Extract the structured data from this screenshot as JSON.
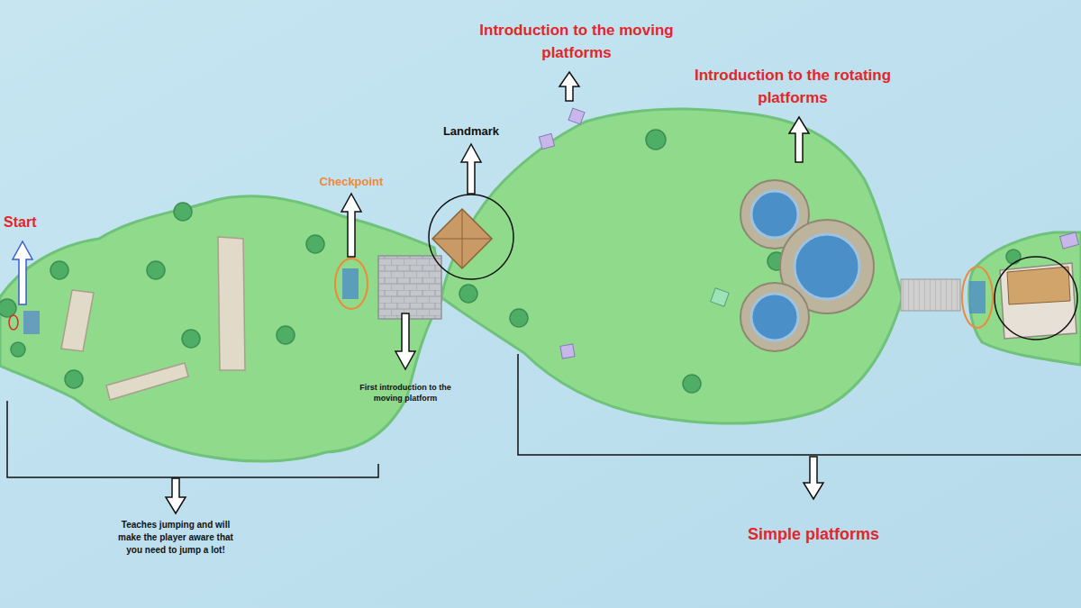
{
  "diagram": {
    "labels": [
      "Start",
      "Checkpoint",
      "First introduction to the moving platform",
      "Teaches jumping and will make the player aware that you need to jump a lot!",
      "Landmark",
      "Introduction to the moving platforms",
      "Introduction to the rotating platforms",
      "Simple platforms"
    ]
  }
}
